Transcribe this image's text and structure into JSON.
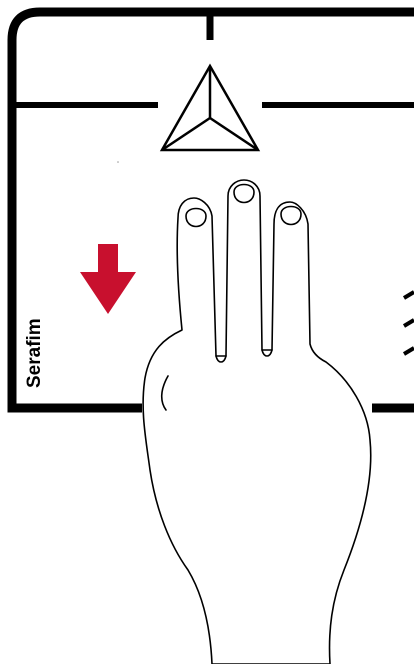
{
  "brand": {
    "label": "Serafim"
  },
  "gesture": {
    "fingers": 3,
    "direction": "down",
    "arrow_color": "#c8102e"
  },
  "colors": {
    "outline": "#000000",
    "background": "#ffffff"
  }
}
